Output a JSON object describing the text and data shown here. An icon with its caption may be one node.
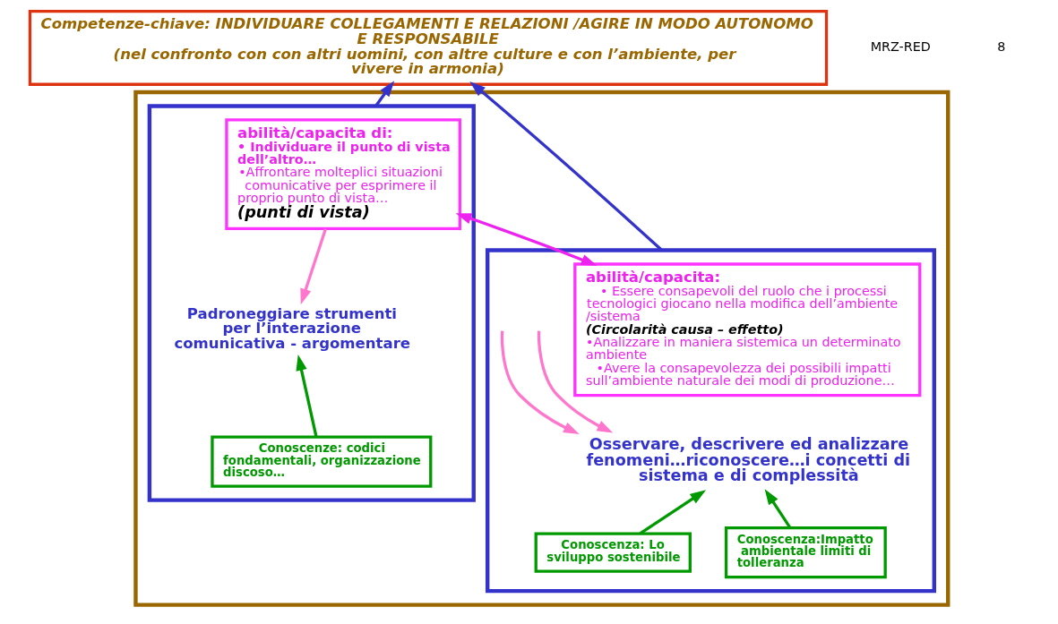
{
  "diagram": {
    "nodes": [
      {
        "text": [
          "Competenze-chiave: INDIVIDUARE COLLEGAMENTI E RELAZIONI /AGIRE IN MODO AUTONOMO E RESPONSABILE",
          "(nel confronto con con altri uomini, con altre culture e con l’ambiente, per vivere in armonia)"
        ]
      },
      {
        "text": [],
        "shape": "box"
      },
      {
        "text": [],
        "shape": "box",
        "in": 1
      },
      {
        "text": [],
        "shape": "box",
        "in": 1
      },
      {
        "text": [
          "abilità/capacita di:",
          "• Individuare il punto di vista dell’altro…",
          "•Affrontare molteplici situazioni comunicative per esprimere il proprio punto di vista…",
          "(punti di vista)"
        ],
        "in": 2
      },
      {
        "text": [
          "Padroneggiare strumenti per l’interazione comunicativa - argomentare"
        ],
        "in": 2
      },
      {
        "text": [
          "Conoscenze: codici fondamentali, organizzazione discoso…"
        ],
        "in": 2
      },
      {
        "text": [
          "abilità/capacita:",
          "• Essere consapevoli del ruolo che i processi tecnologici giocano nella modifica dell’ambiente /sistema",
          "(Circolarità causa – effetto)",
          "•Analizzare in maniera sistemica un determinato ambiente",
          "•Avere la consapevolezza dei possibili impatti sull’ambiente naturale dei modi di produzione…"
        ],
        "in": 3
      },
      {
        "text": [
          "Osservare, descrivere ed analizzare fenomeni…riconoscere…i concetti di sistema e di complessità"
        ],
        "in": 3
      },
      {
        "text": [
          "Conoscenza: Lo sviluppo sostenibile"
        ],
        "in": 3
      },
      {
        "text": [
          "Conoscenza:Impatto ambientale limiti di tolleranza"
        ],
        "in": 3
      }
    ],
    "edges": [
      {
        "from": 2,
        "to": 0,
        "arrow": "to",
        "color": "#3333cc"
      },
      {
        "from": 3,
        "to": 0,
        "arrow": "to",
        "color": "#3333cc"
      },
      {
        "from": 4,
        "to": 7,
        "arrow": "both",
        "color": "#ee22ee"
      },
      {
        "from": 4,
        "to": 5,
        "arrow": "to",
        "color": "#ff77cc"
      },
      {
        "from": null,
        "to": 8,
        "arrow": "to",
        "color": "#ff77cc"
      },
      {
        "from": null,
        "to": 8,
        "arrow": "to",
        "color": "#ff77cc"
      },
      {
        "from": 6,
        "to": 5,
        "arrow": "to",
        "color": "#009900"
      },
      {
        "from": 9,
        "to": 8,
        "arrow": "to",
        "color": "#009900"
      },
      {
        "from": 10,
        "to": 8,
        "arrow": "to",
        "color": "#009900"
      }
    ],
    "labels": [
      "MRZ-RED",
      "8"
    ]
  }
}
